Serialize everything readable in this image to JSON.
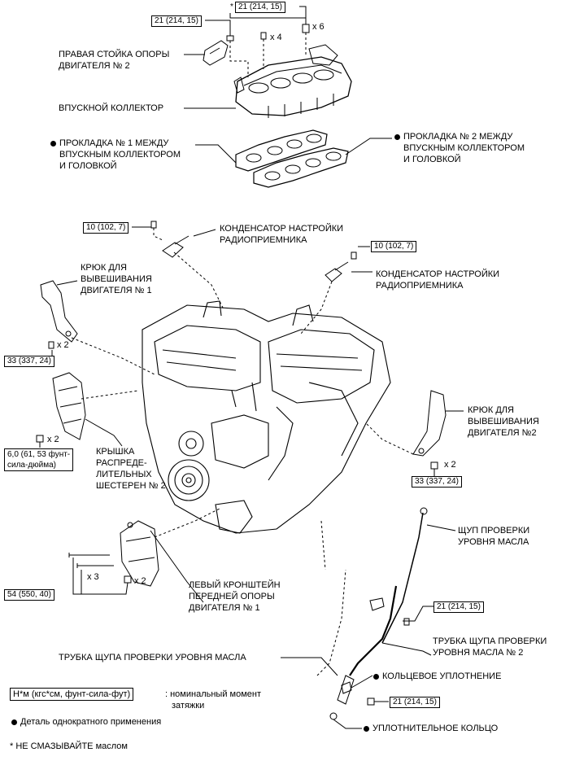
{
  "torque": {
    "top_star": "21 (214, 15)",
    "top_left": "21 (214, 15)",
    "cond1": "10 (102, 7)",
    "cond2": "10 (102, 7)",
    "hook1": "33 (337, 24)",
    "timing": "6,0 (61, 53 фунт-",
    "timing2": "сила-дюйма)",
    "hook2": "33 (337, 24)",
    "bracket": "54 (550, 40)",
    "tube": "21 (214, 15)",
    "bottom": "21 (214, 15)",
    "star": "*"
  },
  "qty": {
    "x4": "x 4",
    "x6": "x 6",
    "x2_hook1": "x 2",
    "x2_timing": "x 2",
    "x2_hook2": "x 2",
    "x3": "x 3",
    "x2_bracket": "x 2"
  },
  "labels": {
    "stay_l1": "ПРАВАЯ СТОЙКА ОПОРЫ",
    "stay_l2": "ДВИГАТЕЛЯ № 2",
    "manifold": "ВПУСКНОЙ КОЛЛЕКТОР",
    "gasket1_l1": "ПРОКЛАДКА № 1 МЕЖДУ",
    "gasket1_l2": "ВПУСКНЫМ КОЛЛЕКТОРОМ",
    "gasket1_l3": "И ГОЛОВКОЙ",
    "gasket2_l1": "ПРОКЛАДКА № 2 МЕЖДУ",
    "gasket2_l2": "ВПУСКНЫМ КОЛЛЕКТОРОМ",
    "gasket2_l3": "И ГОЛОВКОЙ",
    "cond1_l1": "КОНДЕНСАТОР НАСТРОЙКИ",
    "cond1_l2": "РАДИОПРИЕМНИКА",
    "cond2_l1": "КОНДЕНСАТОР НАСТРОЙКИ",
    "cond2_l2": "РАДИОПРИЕМНИКА",
    "hook1_l1": "КРЮК ДЛЯ",
    "hook1_l2": "ВЫВЕШИВАНИЯ",
    "hook1_l3": "ДВИГАТЕЛЯ № 1",
    "hook2_l1": "КРЮК ДЛЯ",
    "hook2_l2": "ВЫВЕШИВАНИЯ",
    "hook2_l3": "ДВИГАТЕЛЯ №2",
    "cover_l1": "КРЫШКА",
    "cover_l2": "РАСПРЕДЕ-",
    "cover_l3": "ЛИТЕЛЬНЫХ",
    "cover_l4": "ШЕСТЕРЕН № 2",
    "dip_l1": "ЩУП ПРОВЕРКИ",
    "dip_l2": "УРОВНЯ МАСЛА",
    "bracket_l1": "ЛЕВЫЙ КРОНШТЕЙН",
    "bracket_l2": "ПЕРЕДНЕЙ ОПОРЫ",
    "bracket_l3": "ДВИГАТЕЛЯ № 1",
    "tube2_l1": "ТРУБКА ЩУПА ПРОВЕРКИ",
    "tube2_l2": "УРОВНЯ МАСЛА № 2",
    "tube1": "ТРУБКА ЩУПА ПРОВЕРКИ УРОВНЯ МАСЛА",
    "oring": "КОЛЬЦЕВОЕ УПЛОТНЕНИЕ",
    "seal": "УПЛОТНИТЕЛЬНОЕ КОЛЬЦО"
  },
  "legend": {
    "unit_box": "Н*м (кгс*см, фунт-сила-фут)",
    "unit_desc_l1": ": номинальный момент",
    "unit_desc_l2": "затяжки",
    "single_use": "Деталь однократного применения",
    "no_oil": "* НЕ СМАЗЫВАЙТЕ маслом"
  }
}
